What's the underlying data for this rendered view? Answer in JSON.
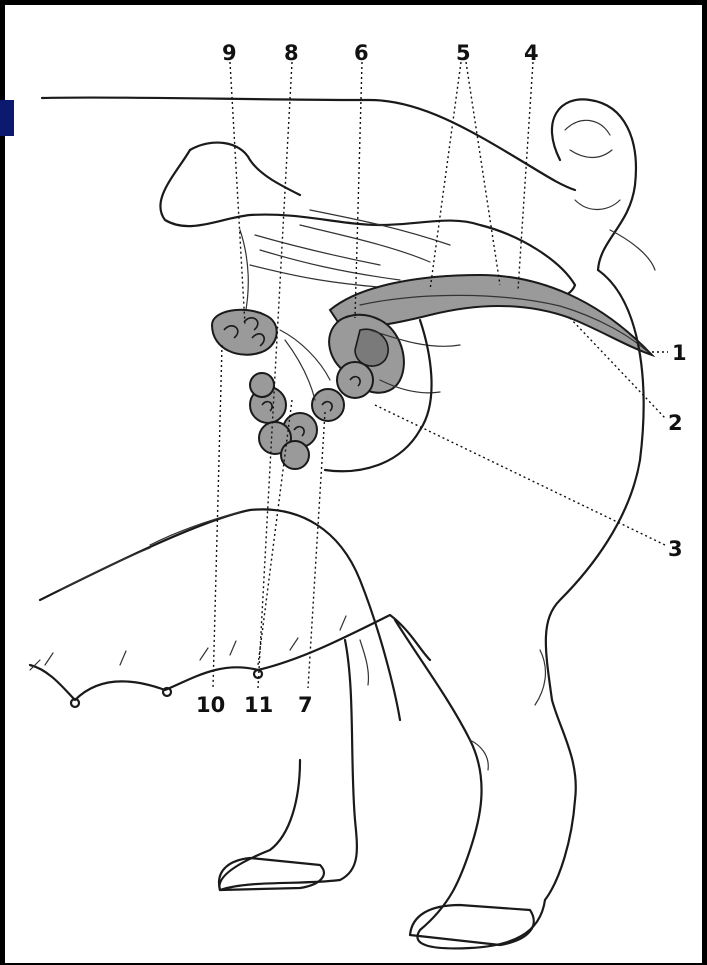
{
  "callouts": [
    {
      "id": "label-1",
      "text": "1"
    },
    {
      "id": "label-2",
      "text": "2"
    },
    {
      "id": "label-3",
      "text": "3"
    },
    {
      "id": "label-4",
      "text": "4"
    },
    {
      "id": "label-5",
      "text": "5"
    },
    {
      "id": "label-6",
      "text": "6"
    },
    {
      "id": "label-7",
      "text": "7"
    },
    {
      "id": "label-8",
      "text": "8"
    },
    {
      "id": "label-9",
      "text": "9"
    },
    {
      "id": "label-10",
      "text": "10"
    },
    {
      "id": "label-11",
      "text": "11"
    }
  ],
  "colors": {
    "frame": "#000000",
    "accent_bar": "#0b1a6e",
    "organ_fill": "#9a9a9a",
    "line": "#1a1a1a"
  }
}
